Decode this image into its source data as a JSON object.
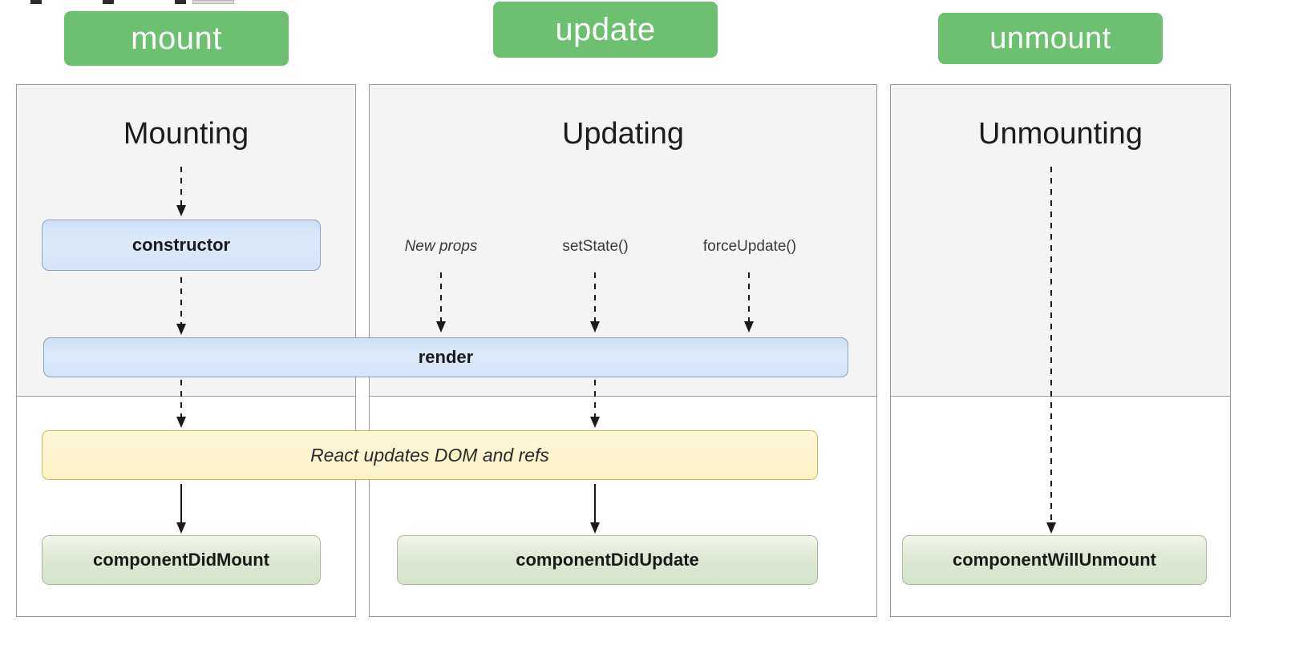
{
  "badges": {
    "mount": "mount",
    "update": "update",
    "unmount": "unmount"
  },
  "panels": [
    {
      "id": "mounting",
      "title": "Mounting",
      "boxes": [
        {
          "label": "constructor",
          "type": "blue"
        },
        {
          "label": "componentDidMount",
          "type": "green"
        }
      ]
    },
    {
      "id": "updating",
      "title": "Updating",
      "triggers": [
        "New props",
        "setState()",
        "forceUpdate()"
      ],
      "boxes": [
        {
          "label": "componentDidUpdate",
          "type": "green"
        }
      ]
    },
    {
      "id": "unmounting",
      "title": "Unmounting",
      "boxes": [
        {
          "label": "componentWillUnmount",
          "type": "green"
        }
      ]
    }
  ],
  "shared_boxes": {
    "render": "render",
    "react_updates": "React updates DOM and refs"
  },
  "colors": {
    "badge_green": "#6cc070",
    "box_blue": "#dde9f9",
    "box_blue_border": "#8fa5bf",
    "box_yellow": "#fdf5cf",
    "box_yellow_border": "#ccb96a",
    "box_green": "#dfe9d6",
    "box_green_border": "#a7bd9b",
    "panel_border": "#9a9a9a",
    "panel_upper_bg": "#f4f4f4",
    "arrow": "#1a1a1a",
    "text": "#1a1a1a"
  }
}
